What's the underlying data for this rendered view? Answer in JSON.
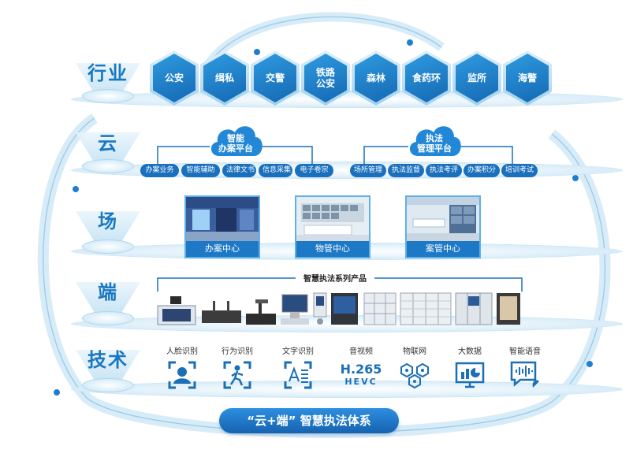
{
  "layers": {
    "industry": "行业",
    "cloud": "云",
    "scene": "场",
    "terminal": "端",
    "tech": "技术"
  },
  "industries": [
    "公安",
    "缉私",
    "交警",
    "铁路\n公安",
    "森林",
    "食药环",
    "监所",
    "海警"
  ],
  "cloud": {
    "left_title": "智能\n办案平台",
    "right_title": "执法\n管理平台",
    "left_items": [
      "办案业务",
      "智能辅助",
      "法律文书",
      "信息采集",
      "电子卷宗"
    ],
    "right_items": [
      "场所管理",
      "执法监督",
      "执法考评",
      "办案积分",
      "培训考试"
    ]
  },
  "scenes": [
    "办案中心",
    "物管中心",
    "案管中心"
  ],
  "terminal": {
    "title": "智慧执法系列产品"
  },
  "tech": [
    {
      "label": "人脸识别",
      "icon": "face-recognition-icon"
    },
    {
      "label": "行为识别",
      "icon": "behavior-recognition-icon"
    },
    {
      "label": "文字识别",
      "icon": "text-recognition-icon"
    },
    {
      "label": "音视频",
      "icon": "",
      "big": "H.265",
      "small": "HEVC"
    },
    {
      "label": "物联网",
      "icon": "iot-icon"
    },
    {
      "label": "大数据",
      "icon": "big-data-icon"
    },
    {
      "label": "智能语音",
      "icon": "voice-icon"
    }
  ],
  "banner": "“云+端” 智慧执法体系",
  "colors": {
    "primary": "#1a78c2",
    "dark": "#1468b3",
    "light": "#bfe0f3"
  }
}
